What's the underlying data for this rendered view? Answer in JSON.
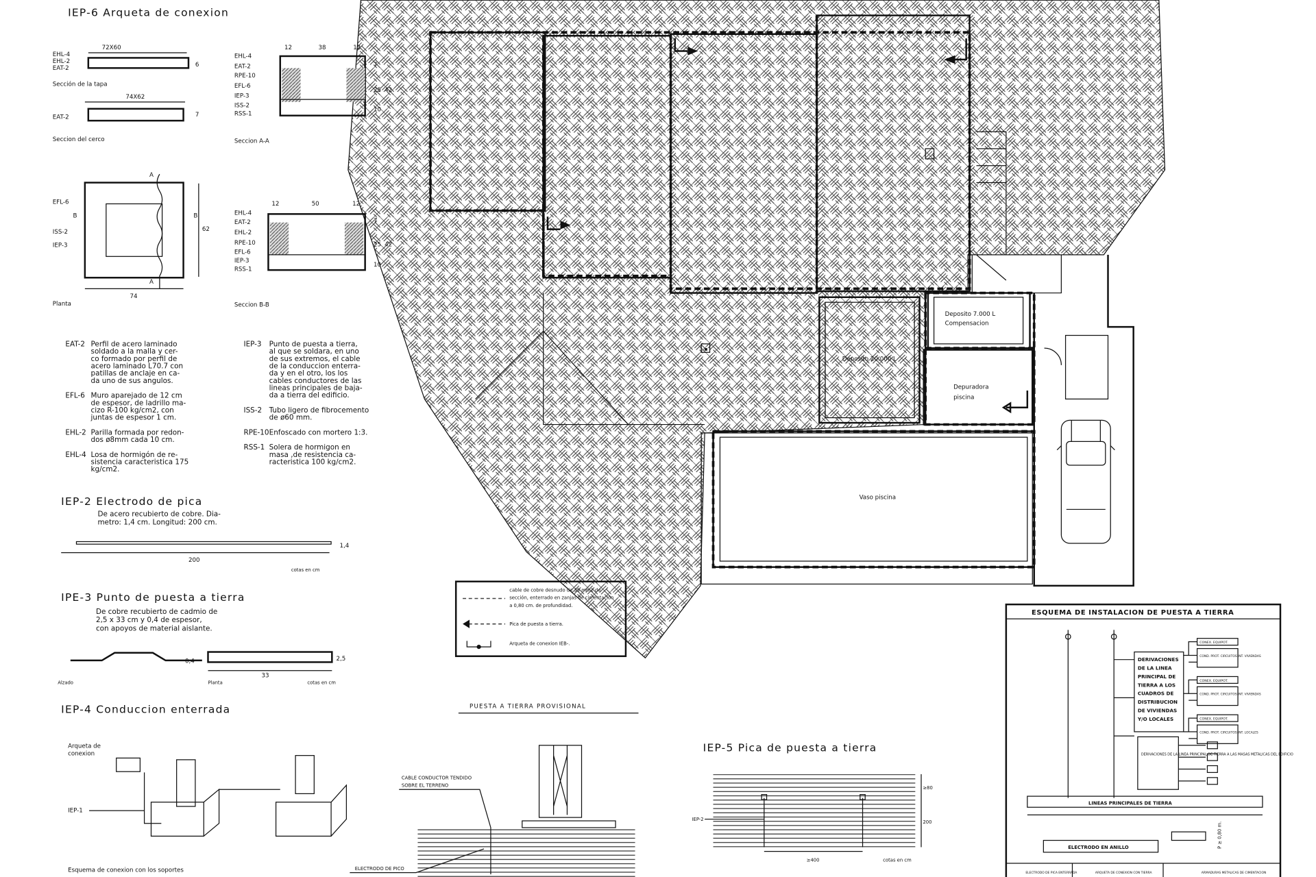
{
  "colors": {
    "ink": "#111111",
    "paper": "#ffffff",
    "hatch": "#333333"
  },
  "iep6": {
    "title": "IEP-6 Arqueta de conexion",
    "tapa": {
      "dim": "72X60",
      "labels": [
        "EHL-4",
        "EHL-2",
        "EAT-2"
      ],
      "height": "6",
      "caption": "Sección de la tapa"
    },
    "cerco": {
      "dim": "74X62",
      "label": "EAT-2",
      "height": "7",
      "caption": "Seccion del cerco"
    },
    "seccion_aa": {
      "dims": [
        "12",
        "38",
        "12"
      ],
      "labels": [
        "EHL-4",
        "EAT-2",
        "RPE-10",
        "EFL-6",
        "IEP-3",
        "ISS-2",
        "RSS-1"
      ],
      "heights": [
        "7",
        "25",
        "42",
        "10"
      ],
      "caption": "Seccion A-A"
    },
    "planta": {
      "labels": [
        "EFL-6",
        "ISS-2",
        "IEP-3"
      ],
      "cut_a": "A",
      "cut_b": "B",
      "width": "74",
      "height": "62",
      "caption": "Planta"
    },
    "seccion_bb": {
      "dims": [
        "12",
        "50",
        "12"
      ],
      "labels": [
        "EHL-4",
        "EAT-2",
        "EHL-2",
        "RPE-10",
        "EFL-6",
        "IEP-3",
        "RSS-1"
      ],
      "heights": [
        "7",
        "25",
        "42",
        "10"
      ],
      "caption": "Seccion B-B"
    }
  },
  "notes_left": [
    {
      "code": "EAT-2",
      "lines": [
        "Perfil de acero laminado",
        "soldado a la malla y cer-",
        "co formado por perfil de",
        "acero laminado L70.7 con",
        "patillas de anclaje en ca-",
        "da uno de sus angulos."
      ]
    },
    {
      "code": "EFL-6",
      "lines": [
        "Muro aparejado de 12 cm",
        "de espesor, de ladrillo ma-",
        "cizo R-100 kg/cm2, con",
        "juntas de espesor 1 cm."
      ]
    },
    {
      "code": "EHL-2",
      "lines": [
        "Parilla formada por redon-",
        "dos ø8mm cada 10 cm."
      ]
    },
    {
      "code": "EHL-4",
      "lines": [
        "Losa de hormigón de re-",
        "sistencia caracteristica 175",
        "kg/cm2."
      ]
    }
  ],
  "notes_right": [
    {
      "code": "IEP-3",
      "lines": [
        "Punto de puesta a tierra,",
        "al que se soldara, en uno",
        "de sus extremos, el cable",
        "de la conduccion enterra-",
        "da y en el otro, los los",
        "cables conductores de las",
        "lineas principales de baja-",
        "da a tierra del edificio."
      ]
    },
    {
      "code": "ISS-2",
      "lines": [
        "Tubo ligero de fibrocemento",
        "de ø60 mm."
      ]
    },
    {
      "code": "RPE-10",
      "lines": [
        "Enfoscado con mortero 1:3."
      ]
    },
    {
      "code": "RSS-1",
      "lines": [
        "Solera de hormigon en",
        "masa ,de resistencia ca-",
        "racteristica 100 kg/cm2."
      ]
    }
  ],
  "iep2": {
    "title": "IEP-2 Electrodo de pica",
    "lines": [
      "De acero recubierto de cobre. Dia-",
      "metro: 1,4 cm. Longitud: 200 cm."
    ],
    "length": "200",
    "diameter": "1,4",
    "units": "cotas en cm"
  },
  "ipe3": {
    "title": "IPE-3 Punto de puesta a tierra",
    "lines": [
      "De cobre recubierto de cadmio de",
      "2,5 x 33 cm y 0,4 de espesor,",
      "con apoyos de material aislante."
    ],
    "thickness": "0,4",
    "width": "2,5",
    "length": "33",
    "alzado": "Alzado",
    "planta": "Planta",
    "units": "cotas en cm"
  },
  "iep4": {
    "title": "IEP-4 Conduccion enterrada",
    "arqueta_lines": [
      "Arqueta de",
      "conexion"
    ],
    "iep1": "IEP-1",
    "caption": "Esquema de conexion con los soportes"
  },
  "provisional": {
    "title": "PUESTA A TIERRA PROVISIONAL",
    "cable_lines": [
      "CABLE CONDUCTOR TENDIDO",
      "SOBRE EL TERRENO"
    ],
    "electrodo": "ELECTRODO DE PICO"
  },
  "iep5": {
    "title": "IEP-5 Pica de puesta a tierra",
    "label": "IEP-2",
    "depth_top": "≥80",
    "depth": "200",
    "spacing": "≥400",
    "units": "cotas en cm"
  },
  "plan": {
    "rooms": {
      "deposito_7000": [
        "Deposito 7.000 L",
        "Compensacion"
      ],
      "deposito_20000": "Deposito 20.000 L",
      "depuradora": [
        "Depuradora",
        "piscina"
      ],
      "vaso": "Vaso piscina"
    }
  },
  "legend": {
    "items": [
      {
        "symbol": "dashed-line",
        "lines": [
          "cable de cobre desnudo de 35 mm2 de",
          "sección, enterrado en zanjas de cimentación",
          "a 0,80 cm. de profundidad."
        ]
      },
      {
        "symbol": "arrow-dashed",
        "lines": [
          "Pica de puesta a tierra."
        ]
      },
      {
        "symbol": "arqueta",
        "lines": [
          "Arqueta de conexion IEB-."
        ]
      }
    ]
  },
  "esquema": {
    "title": "ESQUEMA DE INSTALACION DE PUESTA A TIERRA",
    "boxes_right": [
      "CONEX. EQUIPOT.",
      "COND. PROT. CIRCUITOS INT. VIVIENDAS",
      "CONEX. EQUIPOT.",
      "COND. PROT. CIRCUITOS INT. VIVIENDAS",
      "CONEX. EQUIPOT.",
      "COND. PROT. CIRCUITOS INT. LOCALES"
    ],
    "derivaciones_1": "DERIVACIONES DE LA LINEA PRINCIPAL DE TIERRA A LOS CUADROS DE DISTRIBUCION DE VIVIENDAS Y/O LOCALES",
    "derivaciones_2": "DERIVACIONES DE LA LINEA PRINCIPAL DE TIERRA A LAS MASAS METALICAS DEL EDIFICIO",
    "lineas": "LINEAS PRINCIPALES DE TIERRA",
    "electrodo": "ELECTRODO EN ANILLO",
    "depth": "P ≥ 0,80 m.",
    "legend": [
      "ELECTRODO DE PICA ENTERRADA",
      "ARQUETA DE CONEXION CON TIERRA",
      "ARMADURAS METALICAS DE CIMENTACION"
    ]
  }
}
